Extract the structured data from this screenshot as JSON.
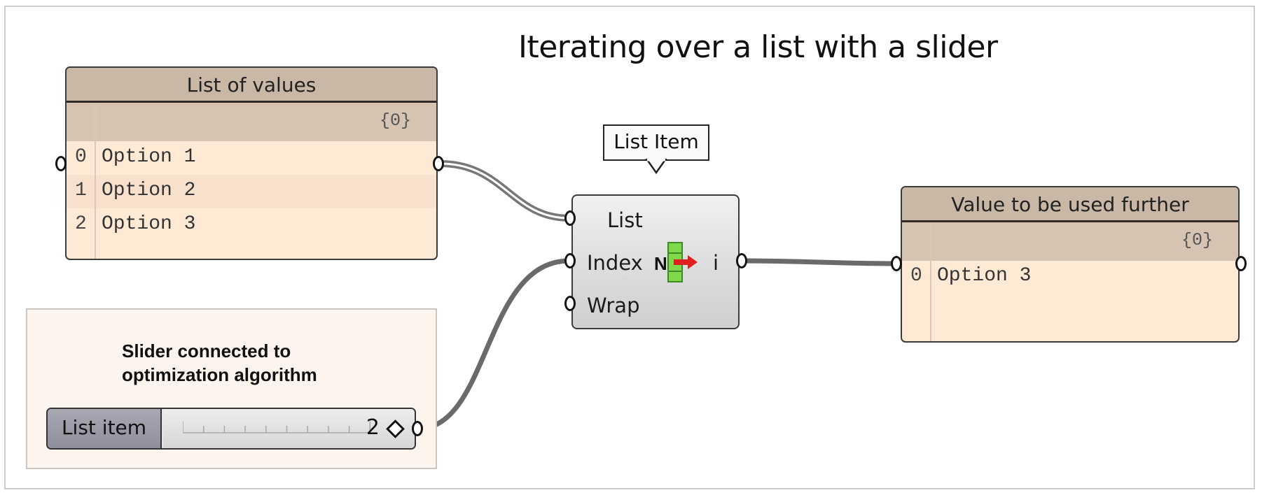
{
  "title": "Iterating over a list with a slider",
  "list_panel": {
    "header": "List of values",
    "path": "{0}",
    "rows": [
      {
        "index": "0",
        "value": "Option 1"
      },
      {
        "index": "1",
        "value": "Option 2"
      },
      {
        "index": "2",
        "value": "Option 3"
      }
    ]
  },
  "component": {
    "tooltip": "List Item",
    "inputs": [
      "List",
      "Index",
      "Wrap"
    ],
    "output": "i",
    "icon": "list-item-icon"
  },
  "output_panel": {
    "header": "Value to be used further",
    "path": "{0}",
    "rows": [
      {
        "index": "0",
        "value": "Option 3"
      }
    ]
  },
  "group": {
    "line1": "Slider connected to",
    "line2": "optimization algorithm"
  },
  "slider": {
    "name": "List item",
    "value": "2"
  },
  "colors": {
    "panel_bg": "#fde9d4",
    "panel_header": "#c9b8a6",
    "wire": "#6a6a6a"
  }
}
